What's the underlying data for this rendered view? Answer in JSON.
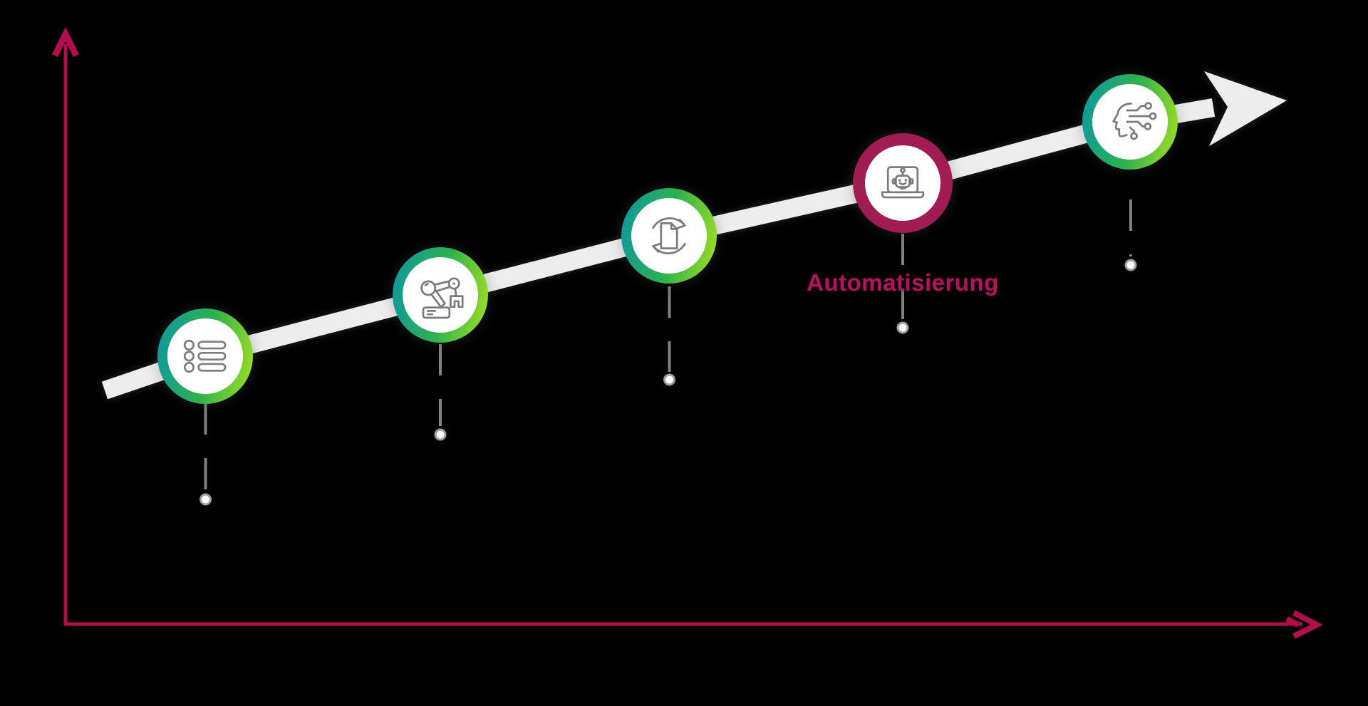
{
  "diagram": {
    "type": "ascending-milestone-diagram",
    "description_visible_text_only": true,
    "axes": {
      "x_label": "",
      "y_label": ""
    },
    "nodes": [
      {
        "icon": "checklist-icon",
        "label": "",
        "ring": "gradient"
      },
      {
        "icon": "robot-arm-icon",
        "label": "",
        "ring": "gradient"
      },
      {
        "icon": "document-sync-icon",
        "label": "",
        "ring": "gradient"
      },
      {
        "icon": "chatbot-laptop-icon",
        "label": "Automatisierung",
        "ring": "crimson"
      },
      {
        "icon": "ai-head-icon",
        "label": "",
        "ring": "gradient"
      }
    ]
  },
  "colors": {
    "background": "#000000",
    "axis": "#B10E4F",
    "trend_line": "#EDEDED",
    "ring_gradient_start": "#0E98A0",
    "ring_gradient_mid": "#2FB14D",
    "ring_gradient_end": "#A2DE24",
    "ring_crimson": "#A01C52",
    "icon_stroke": "#7B7B7B",
    "connector": "#8D8D8D",
    "label_text": "#B4135C"
  }
}
